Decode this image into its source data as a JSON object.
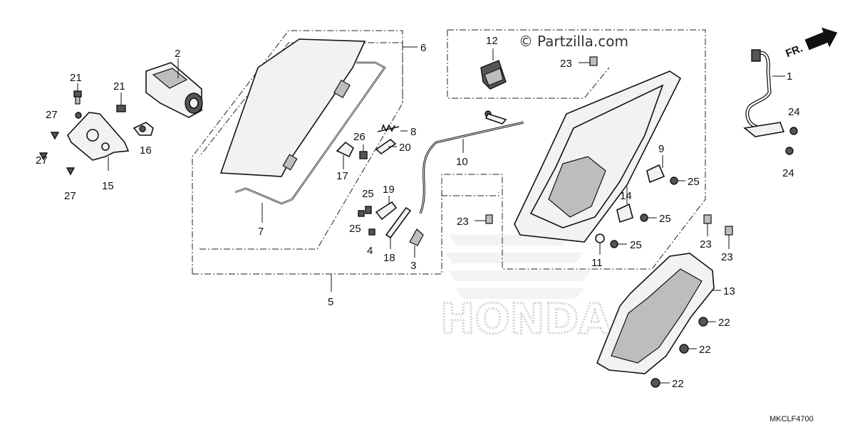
{
  "watermark": {
    "copyright_symbol": "©",
    "site": "Partzilla.com",
    "brand_logo_text": "HONDA"
  },
  "diagram_code": "MKCLF4700",
  "direction_indicator": "FR.",
  "labels": [
    {
      "id": "p1",
      "text": "1"
    },
    {
      "id": "p2",
      "text": "2"
    },
    {
      "id": "p3",
      "text": "3"
    },
    {
      "id": "p4",
      "text": "4"
    },
    {
      "id": "p5",
      "text": "5"
    },
    {
      "id": "p6",
      "text": "6"
    },
    {
      "id": "p7",
      "text": "7"
    },
    {
      "id": "p8",
      "text": "8"
    },
    {
      "id": "p9",
      "text": "9"
    },
    {
      "id": "p10",
      "text": "10"
    },
    {
      "id": "p11",
      "text": "11"
    },
    {
      "id": "p12",
      "text": "12"
    },
    {
      "id": "p13",
      "text": "13"
    },
    {
      "id": "p14",
      "text": "14"
    },
    {
      "id": "p15",
      "text": "15"
    },
    {
      "id": "p16",
      "text": "16"
    },
    {
      "id": "p17",
      "text": "17"
    },
    {
      "id": "p18",
      "text": "18"
    },
    {
      "id": "p19",
      "text": "19"
    },
    {
      "id": "p20",
      "text": "20"
    },
    {
      "id": "p21a",
      "text": "21"
    },
    {
      "id": "p21b",
      "text": "21"
    },
    {
      "id": "p22a",
      "text": "22"
    },
    {
      "id": "p22b",
      "text": "22"
    },
    {
      "id": "p22c",
      "text": "22"
    },
    {
      "id": "p23a",
      "text": "23"
    },
    {
      "id": "p23b",
      "text": "23"
    },
    {
      "id": "p23c",
      "text": "23"
    },
    {
      "id": "p23d",
      "text": "23"
    },
    {
      "id": "p24a",
      "text": "24"
    },
    {
      "id": "p24b",
      "text": "24"
    },
    {
      "id": "p25a",
      "text": "25"
    },
    {
      "id": "p25b",
      "text": "25"
    },
    {
      "id": "p25c",
      "text": "25"
    },
    {
      "id": "p25d",
      "text": "25"
    },
    {
      "id": "p25e",
      "text": "25"
    },
    {
      "id": "p26",
      "text": "26"
    },
    {
      "id": "p27a",
      "text": "27"
    },
    {
      "id": "p27b",
      "text": "27"
    },
    {
      "id": "p27c",
      "text": "27"
    }
  ]
}
